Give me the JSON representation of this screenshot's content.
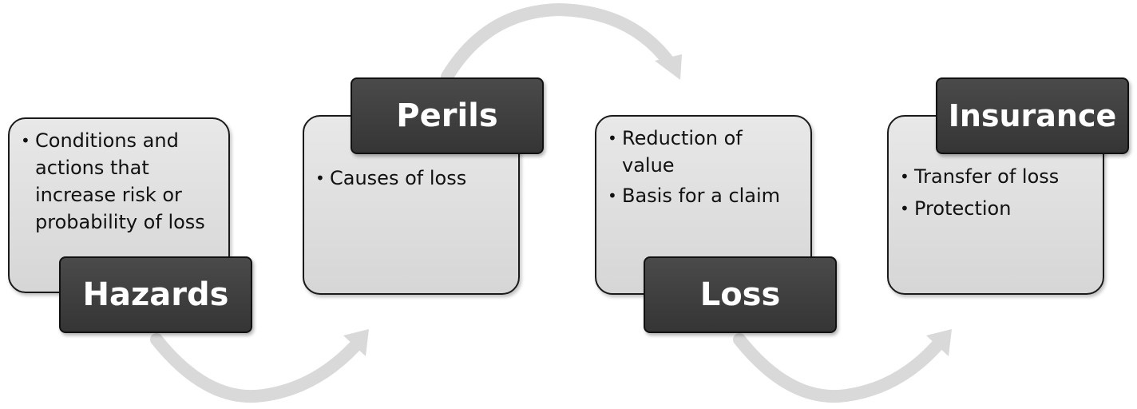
{
  "stages": [
    {
      "title": "Hazards",
      "bullets": [
        "Conditions and actions that increase risk or probability of loss"
      ]
    },
    {
      "title": "Perils",
      "bullets": [
        "Causes of loss"
      ]
    },
    {
      "title": "Loss",
      "bullets": [
        "Reduction of value",
        "Basis for a claim"
      ]
    },
    {
      "title": "Insurance",
      "bullets": [
        "Transfer of loss",
        "Protection"
      ]
    }
  ],
  "colors": {
    "box_fill": "#dcdcdc",
    "label_fill": "#404040",
    "arrow": "#d9d9d9"
  }
}
